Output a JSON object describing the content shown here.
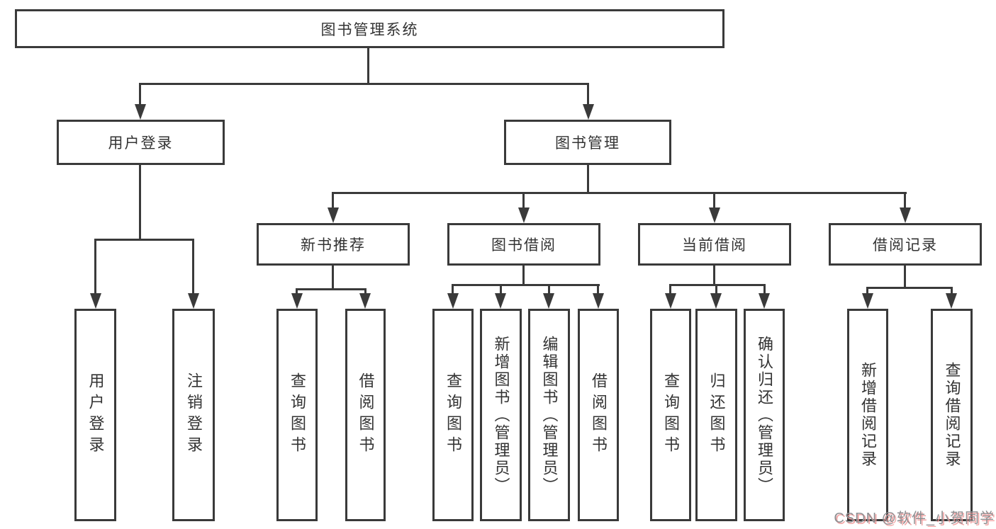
{
  "tree": {
    "label": "图书管理系统",
    "children": [
      {
        "label": "用户登录",
        "children": [
          {
            "label": "用户登录"
          },
          {
            "label": "注销登录"
          }
        ]
      },
      {
        "label": "图书管理",
        "children": [
          {
            "label": "新书推荐",
            "children": [
              {
                "label": "查询图书"
              },
              {
                "label": "借阅图书"
              }
            ]
          },
          {
            "label": "图书借阅",
            "children": [
              {
                "label": "查询图书"
              },
              {
                "label": "新增图书（管理员）"
              },
              {
                "label": "编辑图书（管理员）"
              },
              {
                "label": "借阅图书"
              }
            ]
          },
          {
            "label": "当前借阅",
            "children": [
              {
                "label": "查询图书"
              },
              {
                "label": "归还图书"
              },
              {
                "label": "确认归还（管理员）"
              }
            ]
          },
          {
            "label": "借阅记录",
            "children": [
              {
                "label": "新增借阅记录"
              },
              {
                "label": "查询借阅记录"
              }
            ]
          }
        ]
      }
    ]
  },
  "watermark": "CSDN @软件_小贺同学",
  "colors": {
    "line": "#3a3a3a",
    "text": "#333333",
    "background": "#ffffff",
    "watermark_gray": "#8f8f92",
    "watermark_pink": "#f09696"
  }
}
